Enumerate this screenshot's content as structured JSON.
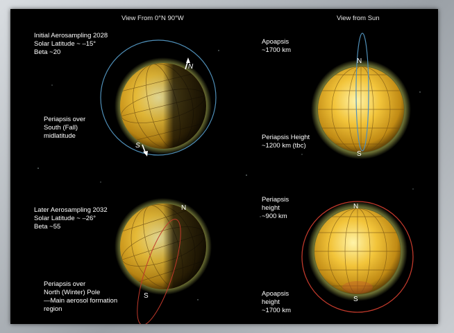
{
  "headers": {
    "left": "View From 0°N 90°W",
    "right": "View from Sun"
  },
  "top_left": {
    "line1": "Initial Aerosampling 2028",
    "line2": "Solar Latitude ~ –15°",
    "line3": "Beta ~20",
    "peri1": "Periapsis over",
    "peri2": "South (Fall)",
    "peri3": "midlatitude",
    "north": "N",
    "south": "S"
  },
  "top_right": {
    "apo1": "Apoapsis",
    "apo2": "~1700 km",
    "peri1": "Periapsis Height",
    "peri2": "~1200 km (tbc)",
    "north": "N",
    "south": "S"
  },
  "bottom_left": {
    "line1": "Later Aerosampling 2032",
    "line2": "Solar Latitude ~ –26°",
    "line3": "Beta ~55",
    "peri1": "Periapsis over",
    "peri2": "North (Winter) Pole",
    "peri3": "—Main aerosol formation",
    "peri4": "region",
    "north": "N",
    "south": "S"
  },
  "bottom_right": {
    "peri1": "Periapsis",
    "peri2": "height",
    "peri3": "~900 km",
    "apo1": "Apoapsis",
    "apo2": "height",
    "apo3": "~1700 km",
    "north": "N",
    "south": "S"
  },
  "colors": {
    "orbit_blue": "#4f8fb8",
    "orbit_red": "#c0392b",
    "globe_light": "#ffe98a",
    "globe_mid": "#e0a820",
    "globe_dark": "#3a2a05",
    "haze": "#c8d060"
  }
}
